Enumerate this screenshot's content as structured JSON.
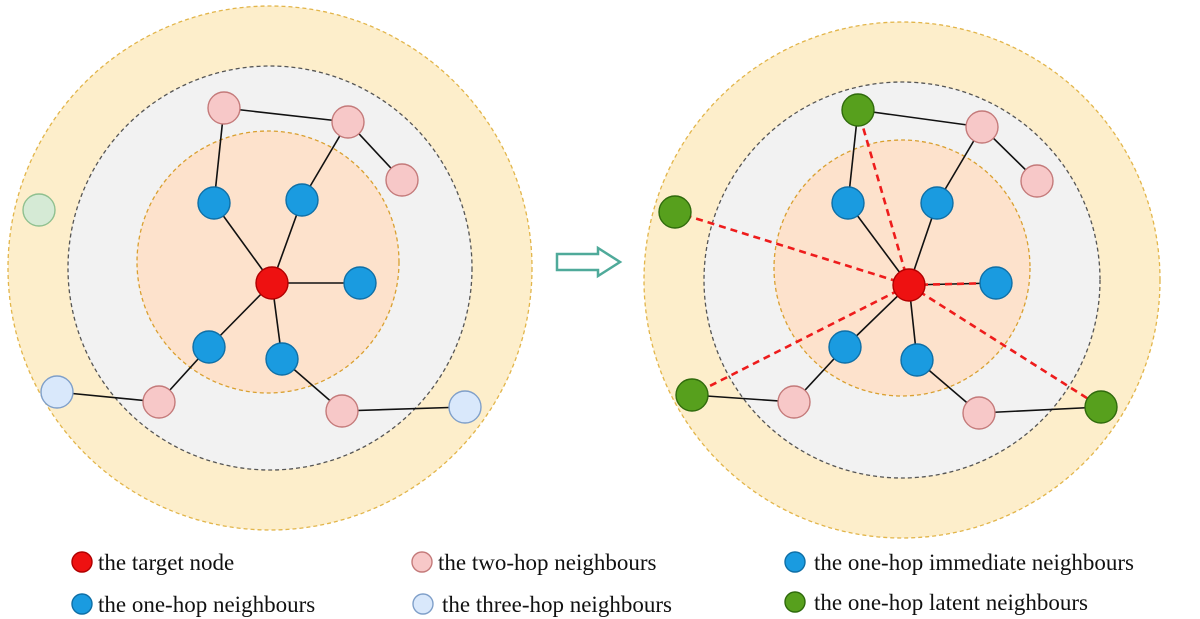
{
  "colors": {
    "target": "#ee1111",
    "one_hop": "#1a9be0",
    "two_hop": "#f7c8c8",
    "three_hop": "#d9e8fb",
    "latent": "#57a01d",
    "faded_green": "#d5ead5",
    "latent_edge": "#ee1c1c",
    "transform_arrow": "#4faa9a"
  },
  "legend": [
    {
      "id": "target",
      "label": "the target node",
      "color_key": "target"
    },
    {
      "id": "two-hop",
      "label": "the two-hop neighbours",
      "color_key": "two_hop"
    },
    {
      "id": "one-hop-immediate",
      "label": "the one-hop immediate neighbours",
      "color_key": "one_hop"
    },
    {
      "id": "one-hop",
      "label": "the one-hop neighbours",
      "color_key": "one_hop"
    },
    {
      "id": "three-hop",
      "label": "the three-hop neighbours",
      "color_key": "three_hop"
    },
    {
      "id": "one-hop-latent",
      "label": "the one-hop latent neighbours",
      "color_key": "latent"
    }
  ],
  "graphs": [
    {
      "name": "original-graph",
      "nodes": [
        {
          "id": "t",
          "type": "target"
        },
        {
          "id": "b1",
          "type": "one_hop"
        },
        {
          "id": "b2",
          "type": "one_hop"
        },
        {
          "id": "b3",
          "type": "one_hop"
        },
        {
          "id": "b4",
          "type": "one_hop"
        },
        {
          "id": "b5",
          "type": "one_hop"
        },
        {
          "id": "p1",
          "type": "two_hop"
        },
        {
          "id": "p2",
          "type": "two_hop"
        },
        {
          "id": "p3",
          "type": "two_hop"
        },
        {
          "id": "p4",
          "type": "two_hop"
        },
        {
          "id": "p5",
          "type": "two_hop"
        },
        {
          "id": "l1",
          "type": "three_hop"
        },
        {
          "id": "l2",
          "type": "three_hop"
        },
        {
          "id": "g0",
          "type": "faded_green"
        }
      ],
      "edges": [
        [
          "t",
          "b1"
        ],
        [
          "t",
          "b2"
        ],
        [
          "t",
          "b3"
        ],
        [
          "t",
          "b4"
        ],
        [
          "t",
          "b5"
        ],
        [
          "b1",
          "p1"
        ],
        [
          "p1",
          "p2"
        ],
        [
          "p2",
          "p3"
        ],
        [
          "b2",
          "p2"
        ],
        [
          "b4",
          "p4"
        ],
        [
          "p4",
          "l1"
        ],
        [
          "b5",
          "p5"
        ],
        [
          "p5",
          "l2"
        ]
      ],
      "latent_edges": []
    },
    {
      "name": "latent-graph",
      "nodes": [
        {
          "id": "t",
          "type": "target"
        },
        {
          "id": "b1",
          "type": "one_hop"
        },
        {
          "id": "b2",
          "type": "one_hop"
        },
        {
          "id": "b3",
          "type": "one_hop"
        },
        {
          "id": "b4",
          "type": "one_hop"
        },
        {
          "id": "b5",
          "type": "one_hop"
        },
        {
          "id": "g1",
          "type": "latent"
        },
        {
          "id": "g2",
          "type": "latent"
        },
        {
          "id": "g3",
          "type": "latent"
        },
        {
          "id": "g4",
          "type": "latent"
        },
        {
          "id": "p2",
          "type": "two_hop"
        },
        {
          "id": "p3",
          "type": "two_hop"
        },
        {
          "id": "p4",
          "type": "two_hop"
        },
        {
          "id": "p5",
          "type": "two_hop"
        }
      ],
      "edges": [
        [
          "t",
          "b1"
        ],
        [
          "t",
          "b2"
        ],
        [
          "t",
          "b3"
        ],
        [
          "t",
          "b4"
        ],
        [
          "t",
          "b5"
        ],
        [
          "b1",
          "g1"
        ],
        [
          "g1",
          "p2"
        ],
        [
          "p2",
          "p3"
        ],
        [
          "b2",
          "p2"
        ],
        [
          "b4",
          "p4"
        ],
        [
          "p4",
          "g3"
        ],
        [
          "b5",
          "p5"
        ],
        [
          "p5",
          "g4"
        ]
      ],
      "latent_edges": [
        [
          "t",
          "g1"
        ],
        [
          "t",
          "g2"
        ],
        [
          "t",
          "g3"
        ],
        [
          "t",
          "g4"
        ],
        [
          "t",
          "b3"
        ]
      ]
    }
  ]
}
